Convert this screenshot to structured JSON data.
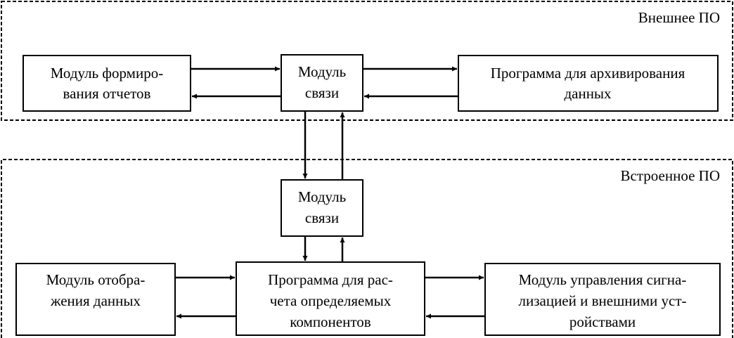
{
  "groups": {
    "external": {
      "label": "Внешнее ПО"
    },
    "embedded": {
      "label": "Встроенное ПО"
    }
  },
  "boxes": {
    "report_module": {
      "lines": [
        "Модуль формиро-",
        "вания отчетов"
      ]
    },
    "comm_module_ext": {
      "lines": [
        "Модуль",
        "связи"
      ]
    },
    "archive_program": {
      "lines": [
        "Программа для архивирования",
        "данных"
      ]
    },
    "comm_module_emb": {
      "lines": [
        "Модуль",
        "связи"
      ]
    },
    "display_module": {
      "lines": [
        "Модуль отобра-",
        "жения данных"
      ]
    },
    "calc_program": {
      "lines": [
        "Программа для рас-",
        "чета определяемых",
        "компонентов"
      ]
    },
    "alarm_module": {
      "lines": [
        "Модуль управления сигна-",
        "лизацией и внешними уст-",
        "ройствами"
      ]
    }
  }
}
